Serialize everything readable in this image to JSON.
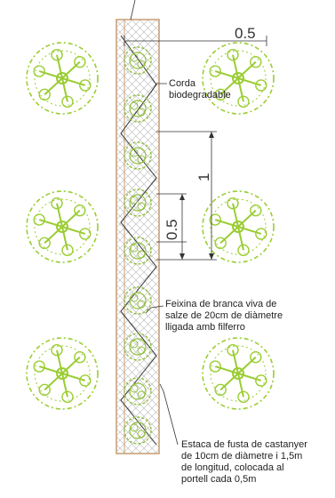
{
  "dimensions": {
    "top_spacing": "0.5",
    "vertical_length": "1",
    "vertical_spacing": "0.5"
  },
  "labels": {
    "rope": [
      "Corda",
      "biodegradable"
    ],
    "fascine": [
      "Feixina de branca viva de",
      "salze de 20cm de diàmetre",
      "lligada amb filferro"
    ],
    "stake": [
      "Estaca de fusta de castanyer",
      "de 10cm de diàmetre i 1,5m",
      "de longitud, colocada al",
      "portell cada 0,5m"
    ]
  },
  "colors": {
    "fascine_frame": "#c9a27a",
    "plant": "#9acd32",
    "shrub": "#8fbf3a",
    "lines": "#333333"
  },
  "icons": {
    "plant": "willow-plant-icon",
    "shrub": "shrub-cluster-icon"
  }
}
